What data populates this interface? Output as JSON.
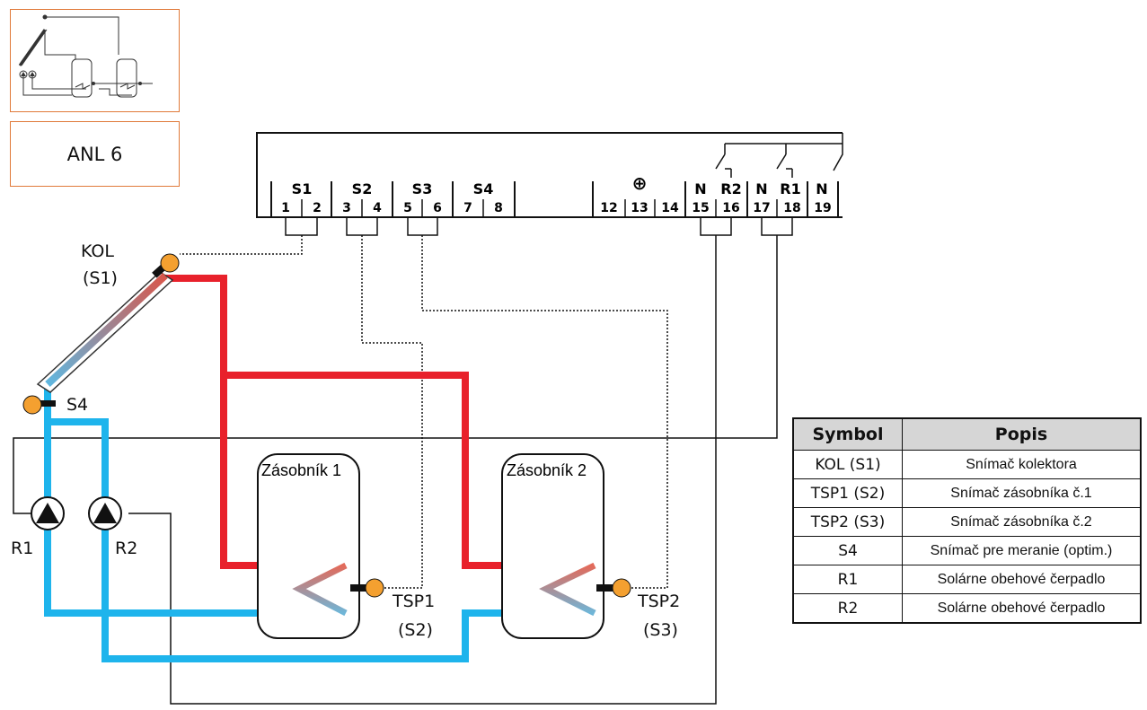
{
  "model": "ANL 6",
  "terminals": {
    "groups": [
      "S1",
      "S2",
      "S3",
      "S4"
    ],
    "numbers": [
      "1",
      "2",
      "3",
      "4",
      "5",
      "6",
      "7",
      "8",
      "12",
      "13",
      "14",
      "15",
      "16",
      "17",
      "18",
      "19"
    ],
    "upper": [
      "N",
      "R2",
      "N",
      "R1",
      "N"
    ],
    "ground_symbol": "⊕"
  },
  "labels": {
    "kol": "KOL",
    "kol_sub": "(S1)",
    "s4": "S4",
    "r1": "R1",
    "r2": "R2",
    "tank1": "Zásobník 1",
    "tank2": "Zásobník 2",
    "tsp1": "TSP1",
    "tsp1_sub": "(S2)",
    "tsp2": "TSP2",
    "tsp2_sub": "(S3)"
  },
  "legend": {
    "headers": [
      "Symbol",
      "Popis"
    ],
    "rows": [
      {
        "symbol": "KOL (S1)",
        "desc": "Snímač kolektora"
      },
      {
        "symbol": "TSP1 (S2)",
        "desc": "Snímač zásobníka č.1"
      },
      {
        "symbol": "TSP2 (S3)",
        "desc": "Snímač zásobníka č.2"
      },
      {
        "symbol": "S4",
        "desc": "Snímač pre meranie (optim.)"
      },
      {
        "symbol": "R1",
        "desc": "Solárne obehové čerpadlo"
      },
      {
        "symbol": "R2",
        "desc": "Solárne obehové čerpadlo"
      }
    ]
  },
  "colors": {
    "hot_pipe": "#e8212b",
    "cold_pipe": "#1eb4ec",
    "sensor": "#f4a030",
    "frame": "#e07a3a"
  }
}
